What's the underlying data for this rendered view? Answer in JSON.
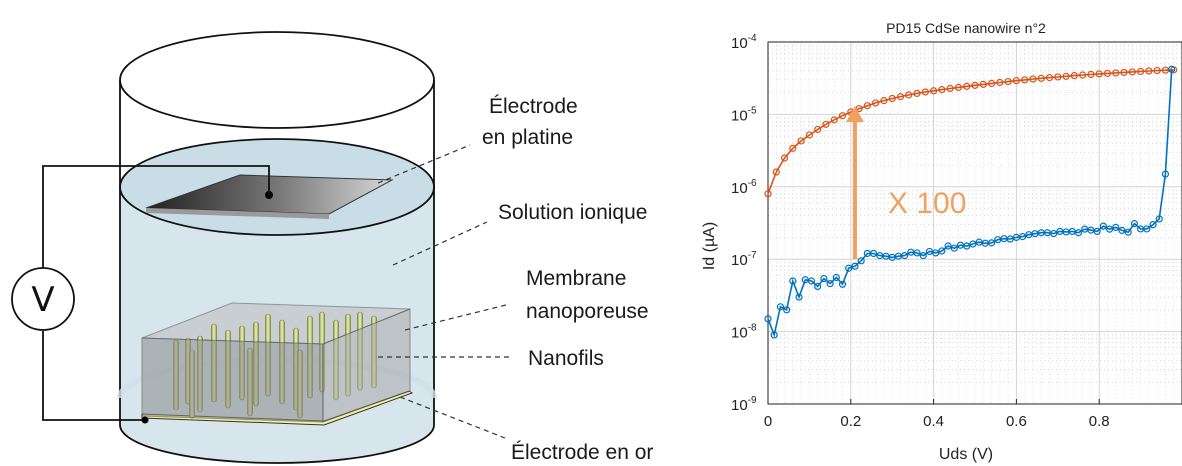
{
  "diagram": {
    "labels": {
      "electrode_platine_1": "Électrode",
      "electrode_platine_2": "en platine",
      "solution": "Solution ionique",
      "membrane_1": "Membrane",
      "membrane_2": "nanoporeuse",
      "nanofils": "Nanofils",
      "electrode_or": "Électrode en or",
      "voltmeter": "V"
    }
  },
  "chart_data": {
    "type": "line",
    "title": "PD15 CdSe nanowire n°2",
    "xlabel": "Uds (V)",
    "ylabel": "Id (µA)",
    "xlim": [
      0,
      1.0
    ],
    "ylim": [
      1e-09,
      0.0001
    ],
    "y_scale": "log",
    "grid": true,
    "x_ticks": [
      "0",
      "0.2",
      "0.4",
      "0.6",
      "0.8"
    ],
    "y_ticks": [
      {
        "base": "10",
        "exp": "-4"
      },
      {
        "base": "10",
        "exp": "-5"
      },
      {
        "base": "10",
        "exp": "-6"
      },
      {
        "base": "10",
        "exp": "-7"
      },
      {
        "base": "10",
        "exp": "-8"
      },
      {
        "base": "10",
        "exp": "-9"
      }
    ],
    "annotation": {
      "text": "X 100",
      "color": "#f0a060",
      "arrow_x": 0.21,
      "arrow_from": 1e-07,
      "arrow_to": 1.3e-05
    },
    "series": [
      {
        "color": "#d95319",
        "x": [
          0,
          0.02,
          0.04,
          0.06,
          0.08,
          0.1,
          0.12,
          0.14,
          0.16,
          0.18,
          0.2,
          0.22,
          0.24,
          0.26,
          0.28,
          0.3,
          0.32,
          0.34,
          0.36,
          0.38,
          0.4,
          0.42,
          0.44,
          0.46,
          0.48,
          0.5,
          0.52,
          0.54,
          0.56,
          0.58,
          0.6,
          0.62,
          0.64,
          0.66,
          0.68,
          0.7,
          0.72,
          0.74,
          0.76,
          0.78,
          0.8,
          0.82,
          0.84,
          0.86,
          0.88,
          0.9,
          0.92,
          0.94,
          0.96,
          0.98
        ],
        "y": [
          8e-07,
          1.6e-06,
          2.5e-06,
          3.4e-06,
          4.3e-06,
          5.2e-06,
          6.2e-06,
          7.3e-06,
          8.4e-06,
          9.6e-06,
          1.08e-05,
          1.2e-05,
          1.32e-05,
          1.44e-05,
          1.55e-05,
          1.66e-05,
          1.76e-05,
          1.86e-05,
          1.95e-05,
          2.04e-05,
          2.12e-05,
          2.2e-05,
          2.28e-05,
          2.36e-05,
          2.44e-05,
          2.52e-05,
          2.6e-05,
          2.68e-05,
          2.76e-05,
          2.84e-05,
          2.92e-05,
          3e-05,
          3.08e-05,
          3.15e-05,
          3.22e-05,
          3.29e-05,
          3.36e-05,
          3.43e-05,
          3.5e-05,
          3.56e-05,
          3.62e-05,
          3.68e-05,
          3.74e-05,
          3.8e-05,
          3.86e-05,
          3.92e-05,
          3.98e-05,
          4.03e-05,
          4.08e-05,
          4.12e-05
        ]
      },
      {
        "color": "#0072bd",
        "x": [
          0,
          0.015,
          0.03,
          0.045,
          0.06,
          0.075,
          0.09,
          0.105,
          0.12,
          0.135,
          0.15,
          0.165,
          0.18,
          0.195,
          0.21,
          0.225,
          0.24,
          0.255,
          0.27,
          0.285,
          0.3,
          0.315,
          0.33,
          0.345,
          0.36,
          0.375,
          0.39,
          0.405,
          0.42,
          0.435,
          0.45,
          0.465,
          0.48,
          0.495,
          0.51,
          0.525,
          0.54,
          0.555,
          0.57,
          0.585,
          0.6,
          0.615,
          0.63,
          0.645,
          0.66,
          0.675,
          0.69,
          0.705,
          0.72,
          0.735,
          0.75,
          0.765,
          0.78,
          0.795,
          0.81,
          0.825,
          0.84,
          0.855,
          0.87,
          0.885,
          0.9,
          0.915,
          0.93,
          0.945,
          0.96,
          0.975
        ],
        "y": [
          1.5e-08,
          9e-09,
          2.2e-08,
          2e-08,
          5e-08,
          3e-08,
          5.2e-08,
          5e-08,
          4.2e-08,
          5.4e-08,
          4.6e-08,
          5.6e-08,
          4.5e-08,
          7.5e-08,
          8e-08,
          9.5e-08,
          1.2e-07,
          1.2e-07,
          1.12e-07,
          1.1e-07,
          1.06e-07,
          1.1e-07,
          1.12e-07,
          1.25e-07,
          1.22e-07,
          1.12e-07,
          1.28e-07,
          1.22e-07,
          1.3e-07,
          1.52e-07,
          1.42e-07,
          1.56e-07,
          1.52e-07,
          1.62e-07,
          1.72e-07,
          1.66e-07,
          1.68e-07,
          1.86e-07,
          1.92e-07,
          1.9e-07,
          2e-07,
          2.05e-07,
          2.18e-07,
          2.25e-07,
          2.32e-07,
          2.32e-07,
          2.26e-07,
          2.42e-07,
          2.38e-07,
          2.42e-07,
          2.32e-07,
          2.6e-07,
          2.52e-07,
          2.42e-07,
          2.86e-07,
          2.6e-07,
          2.75e-07,
          2.5e-07,
          2.36e-07,
          3.1e-07,
          2.62e-07,
          2.62e-07,
          3e-07,
          3.6e-07,
          1.5e-06,
          4.2e-05
        ]
      }
    ]
  }
}
